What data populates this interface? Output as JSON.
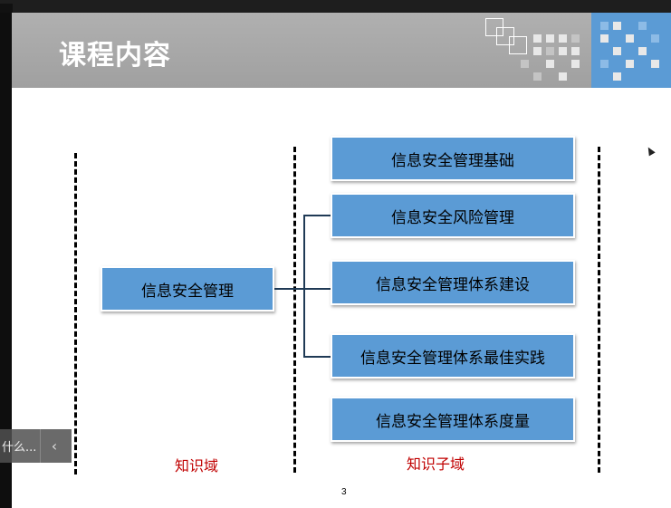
{
  "slide": {
    "title": "课程内容",
    "page_number": "3",
    "root_box": "信息安全管理",
    "sub_boxes": [
      "信息安全管理基础",
      "信息安全风险管理",
      "信息安全管理体系建设",
      "信息安全管理体系最佳实践",
      "信息安全管理体系度量"
    ],
    "label_domain": "知识域",
    "label_subdomain": "知识子域"
  },
  "overlay": {
    "text": "什么...",
    "back_icon": "chevron-left-icon"
  },
  "colors": {
    "box_fill": "#5b9bd5",
    "header_gray": "#a8a8a8",
    "label_red": "#c00000"
  }
}
